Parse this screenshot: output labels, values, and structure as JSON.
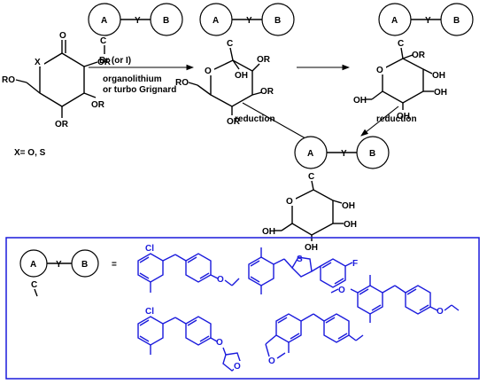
{
  "labels": {
    "x_label": "X",
    "o_label": "O",
    "or_label": "OR",
    "ro_label": "RO",
    "oh_label": "OH",
    "c_label": "C",
    "ring_a": "A",
    "ring_b": "B",
    "linker_y": "Y",
    "halide": "Br (or I)",
    "reagent_line1": "organolithium",
    "reagent_line2": "or turbo Grignard",
    "x_values": "X= O, S",
    "reduction_left": "reduction",
    "reduction_right": "reduction",
    "equals": "=",
    "cl_label": "Cl",
    "f_label": "F",
    "s_label": "S"
  },
  "colors": {
    "bond": "#000000",
    "aglycone": "#1a1adc",
    "box_border": "#1a1adc"
  }
}
